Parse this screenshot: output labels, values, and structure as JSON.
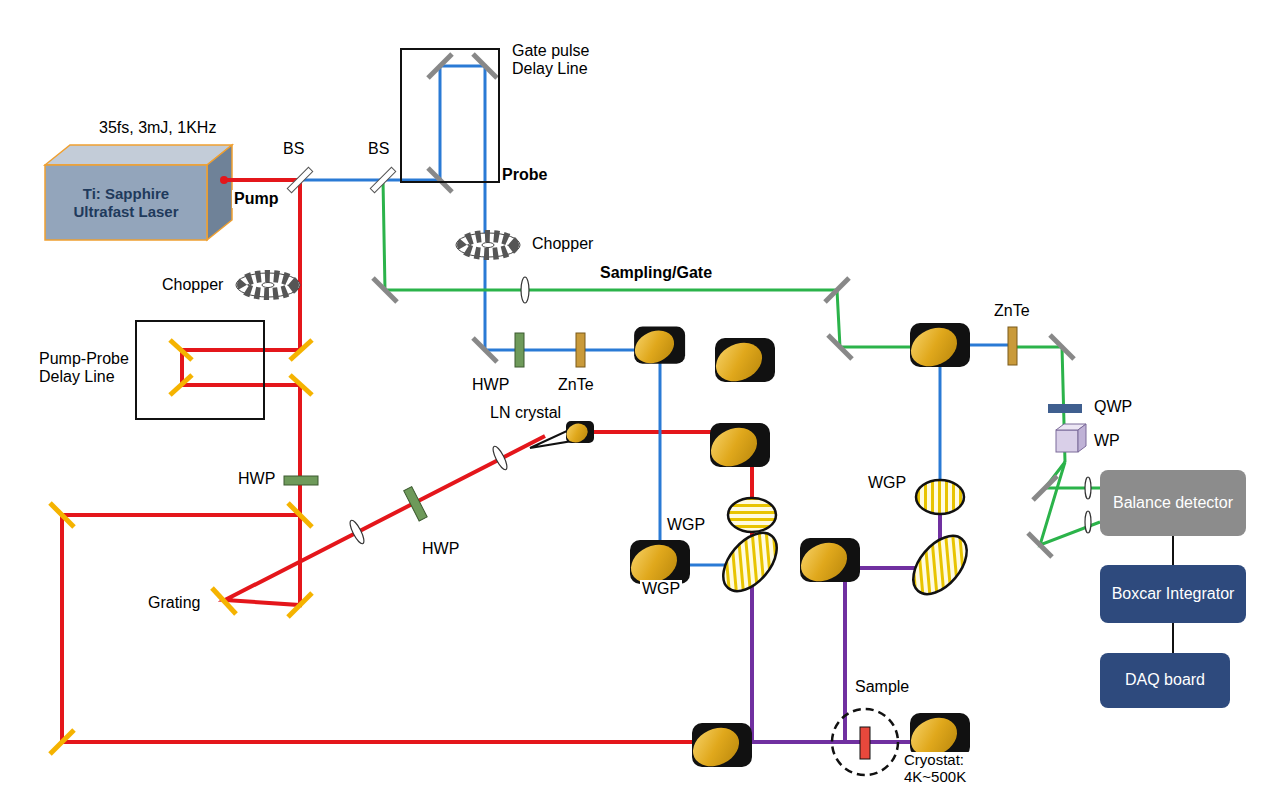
{
  "diagram": {
    "nodes": [
      {
        "text": [
          "35fs, 3mJ, 1KHz",
          "Ti: Sapphire Ultrafast Laser"
        ]
      },
      {
        "text": [
          "Gate pulse Delay Line"
        ]
      },
      {
        "text": [
          "Pump-Probe Delay Line"
        ]
      },
      {
        "text": [
          "Balance detector"
        ]
      },
      {
        "text": [
          "Boxcar Integrator"
        ]
      },
      {
        "text": [
          "DAQ board"
        ]
      }
    ],
    "edges": [
      {
        "from": 3,
        "to": 4,
        "arrow": "none"
      },
      {
        "from": 4,
        "to": 5,
        "arrow": "none"
      }
    ],
    "labels": [
      "BS",
      "BS",
      "Pump",
      "Probe",
      "Chopper",
      "Chopper",
      "Sampling/Gate",
      "HWP",
      "ZnTe",
      "LN crystal",
      "HWP",
      "HWP",
      "Grating",
      "WGP",
      "WGP",
      "WGP",
      "Sample",
      "Cryostat: 4K~500K",
      "ZnTe",
      "QWP",
      "WP"
    ]
  }
}
